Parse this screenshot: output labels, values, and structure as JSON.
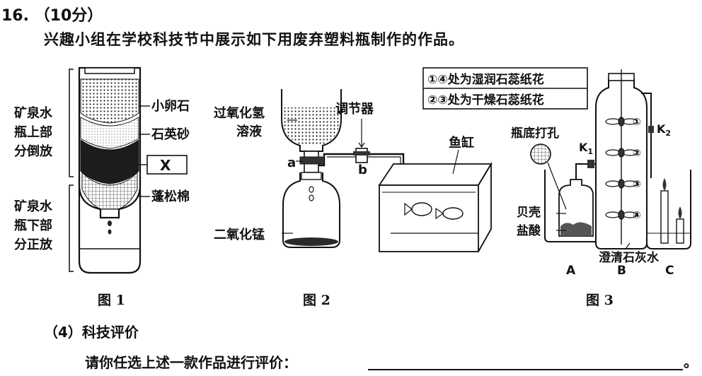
{
  "question": {
    "number": "16.",
    "score": "（10分）",
    "intro": "兴趣小组在学校科技节中展示如下用废弃塑料瓶制作的作品。"
  },
  "fig1": {
    "caption": "图 1",
    "upper_bottle": "矿泉水瓶上部分倒放",
    "lower_bottle": "矿泉水瓶下部分正放",
    "layer1": "小卵石",
    "layer2": "石英砂",
    "layer3": "X",
    "layer4": "蓬松棉"
  },
  "fig2": {
    "caption": "图 2",
    "h2o2": "过氧化氢溶液",
    "regulator": "调节器",
    "valve_a": "a",
    "valve_b": "b",
    "tank": "鱼缸",
    "mno2": "二氧化锰"
  },
  "fig3": {
    "caption": "图 3",
    "note1": "①④处为湿润石蕊纸花",
    "note2": "②③处为干燥石蕊纸花",
    "holes": "瓶底打孔",
    "k1": "K",
    "k1_sub": "1",
    "k2": "K",
    "k2_sub": "2",
    "shell": "贝壳",
    "acid": "盐酸",
    "limewater": "澄清石灰水",
    "label_a": "A",
    "label_b": "B",
    "label_c": "C",
    "pos1": "①",
    "pos2": "②",
    "pos3": "③",
    "pos4": "④"
  },
  "part4": {
    "title": "（4）科技评价",
    "prompt": "请你任选上述一款作品进行评价：",
    "end": "。"
  }
}
